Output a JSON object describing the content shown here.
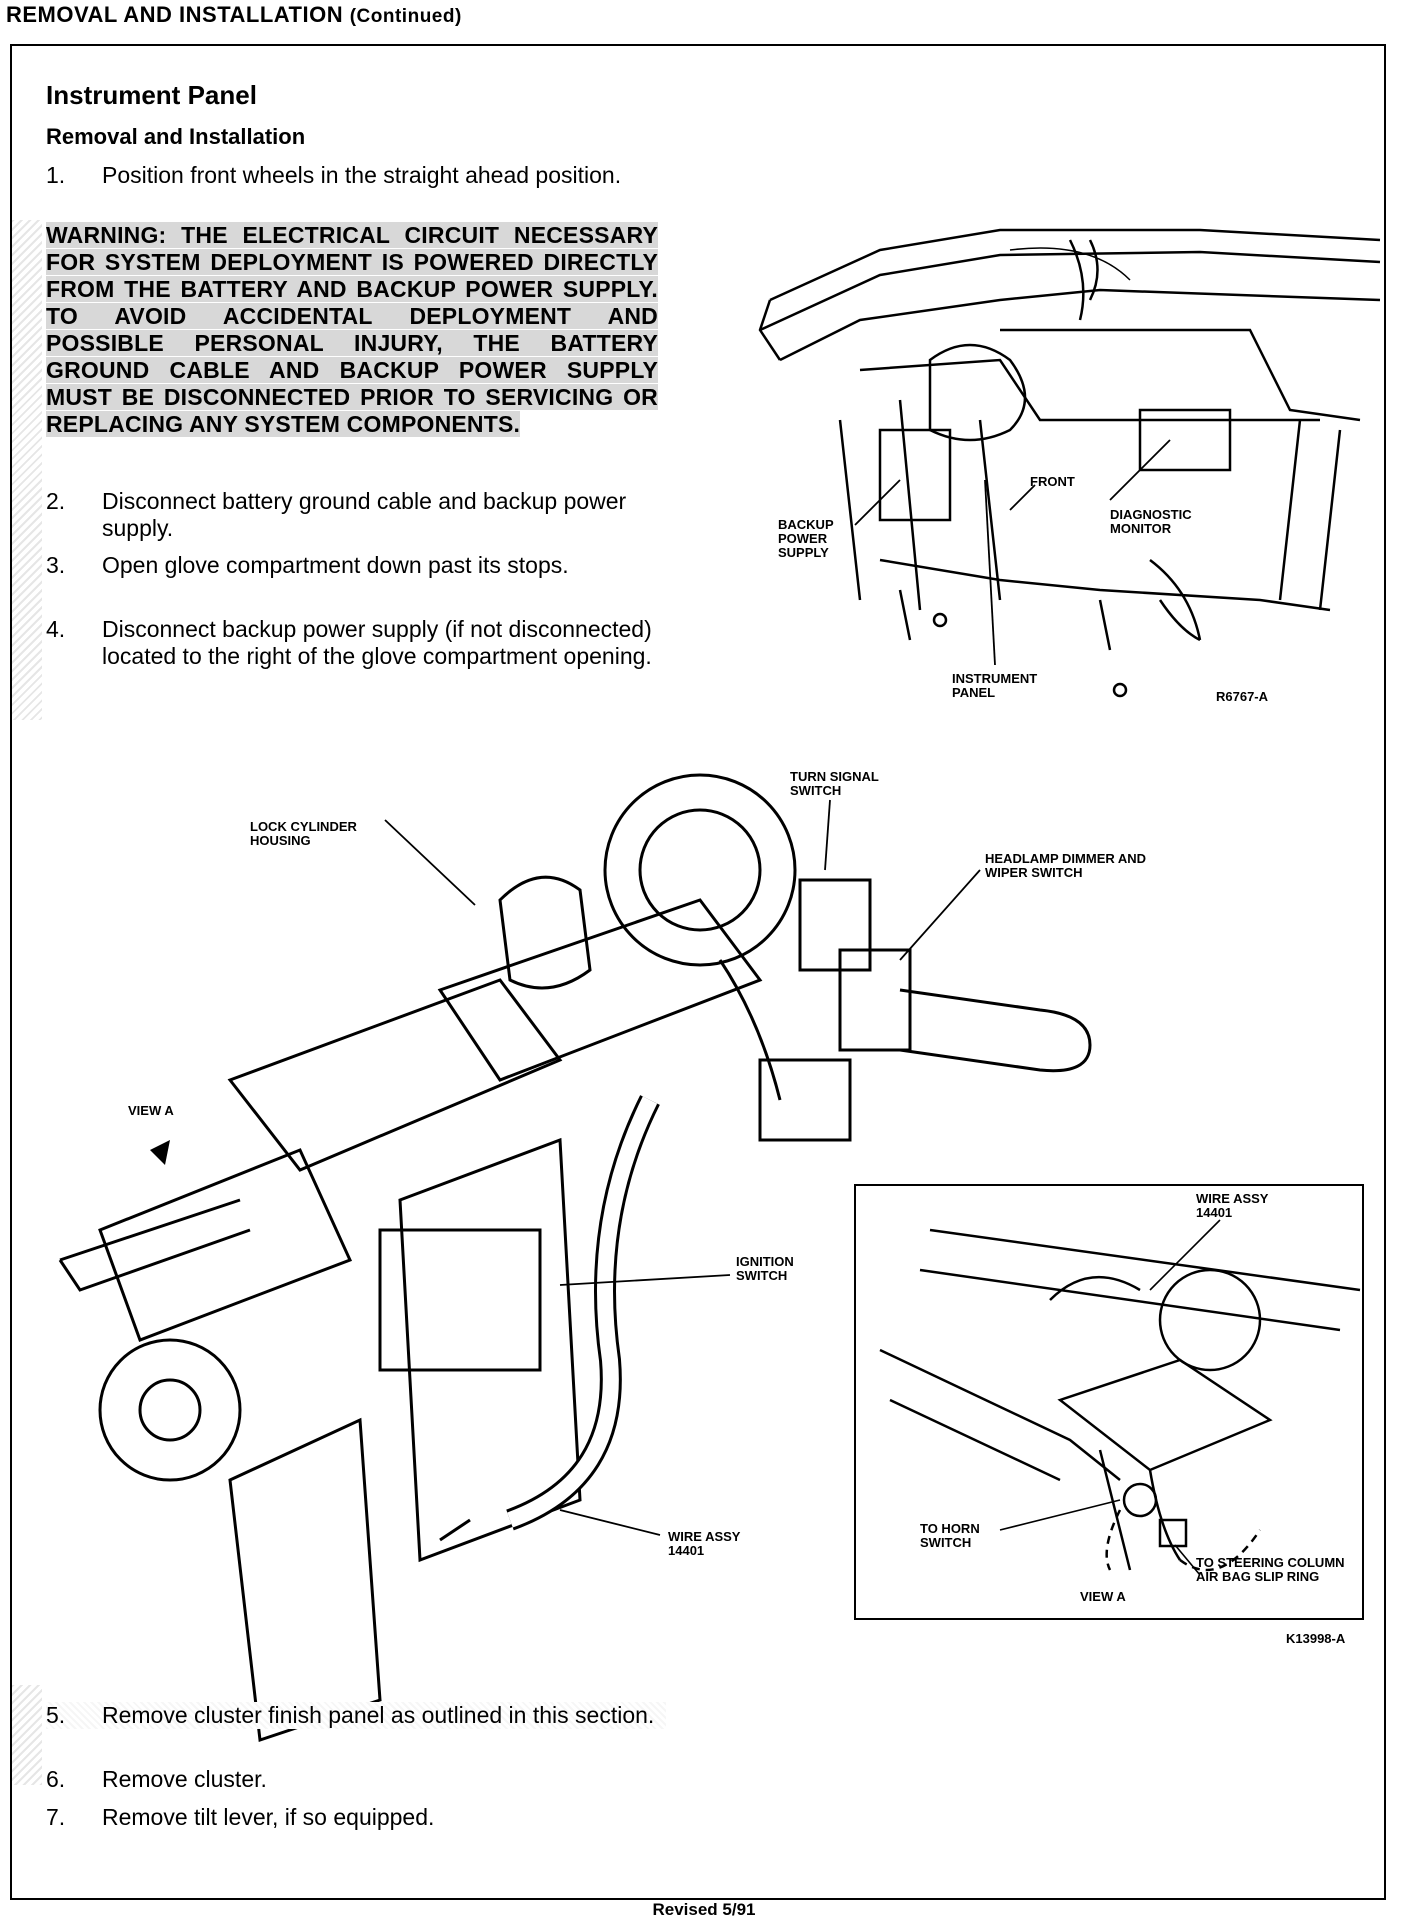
{
  "header": {
    "title": "REMOVAL AND INSTALLATION",
    "continued": "(Continued)"
  },
  "section": {
    "title": "Instrument Panel",
    "subtitle": "Removal and Installation"
  },
  "steps_top": [
    {
      "num": "1.",
      "text": "Position front wheels in the straight ahead position."
    },
    {
      "num": "2.",
      "text": "Disconnect battery ground cable and backup power supply."
    },
    {
      "num": "3.",
      "text": "Open glove compartment down past its stops."
    },
    {
      "num": "4.",
      "text": "Disconnect backup power supply (if not disconnected) located to the right of the glove compartment opening."
    }
  ],
  "warning": "WARNING: THE ELECTRICAL CIRCUIT NECESSARY FOR SYSTEM DEPLOYMENT IS POWERED DIRECTLY FROM THE BATTERY AND BACKUP POWER SUPPLY. TO AVOID ACCIDENTAL DEPLOYMENT AND POSSIBLE PERSONAL INJURY, THE BATTERY GROUND CABLE AND BACKUP POWER SUPPLY MUST BE DISCONNECTED PRIOR TO SERVICING OR REPLACING ANY SYSTEM COMPONENTS.",
  "figure1": {
    "labels": {
      "backup": "BACKUP POWER SUPPLY",
      "front": "FRONT",
      "diag": "DIAGNOSTIC MONITOR",
      "panel": "INSTRUMENT PANEL",
      "code": "R6767-A"
    }
  },
  "figure2": {
    "labels": {
      "turn": "TURN SIGNAL SWITCH",
      "lock": "LOCK CYLINDER HOUSING",
      "headlamp": "HEADLAMP DIMMER AND WIPER SWITCH",
      "viewa": "VIEW A",
      "ignition": "IGNITION SWITCH",
      "wire": "WIRE ASSY 14401",
      "code": "K13998-A"
    },
    "inset": {
      "wire": "WIRE ASSY 14401",
      "horn": "TO HORN SWITCH",
      "steering": "TO STEERING COLUMN AIR BAG SLIP RING",
      "viewa": "VIEW A"
    }
  },
  "steps_bottom": [
    {
      "num": "5.",
      "text": "Remove cluster finish panel as outlined in this section."
    },
    {
      "num": "6.",
      "text": "Remove cluster."
    },
    {
      "num": "7.",
      "text": "Remove tilt lever, if so equipped."
    }
  ],
  "footer": "Revised 5/91"
}
